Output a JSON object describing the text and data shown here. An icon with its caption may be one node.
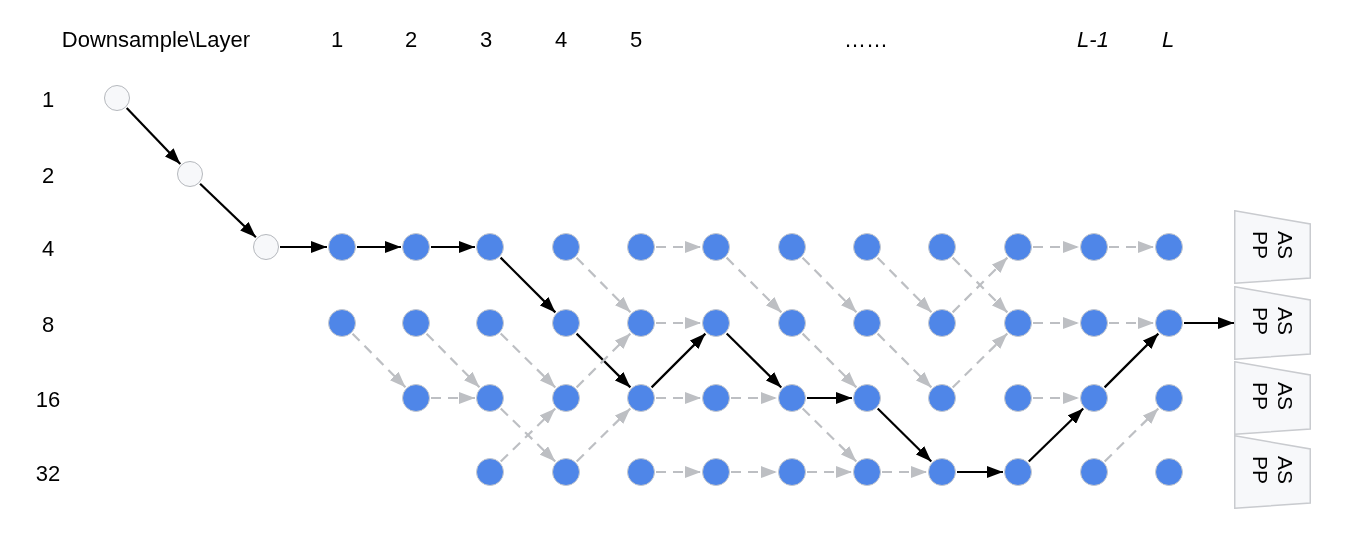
{
  "diagram": {
    "nodes": [
      {
        "text": [],
        "shape": "circle"
      },
      {
        "text": [],
        "shape": "circle"
      },
      {
        "text": [],
        "shape": "circle"
      },
      {
        "text": [],
        "shape": "circle"
      },
      {
        "text": [],
        "shape": "circle"
      },
      {
        "text": [],
        "shape": "circle"
      },
      {
        "text": [],
        "shape": "circle"
      },
      {
        "text": [],
        "shape": "circle"
      },
      {
        "text": [],
        "shape": "circle"
      },
      {
        "text": [],
        "shape": "circle"
      },
      {
        "text": [],
        "shape": "circle"
      },
      {
        "text": [],
        "shape": "circle"
      },
      {
        "text": [],
        "shape": "circle"
      },
      {
        "text": [],
        "shape": "circle"
      },
      {
        "text": [],
        "shape": "circle"
      },
      {
        "text": [],
        "shape": "circle"
      },
      {
        "text": [],
        "shape": "circle"
      },
      {
        "text": [],
        "shape": "circle"
      },
      {
        "text": [],
        "shape": "circle"
      },
      {
        "text": [],
        "shape": "circle"
      },
      {
        "text": [],
        "shape": "circle"
      },
      {
        "text": [],
        "shape": "circle"
      },
      {
        "text": [],
        "shape": "circle"
      },
      {
        "text": [],
        "shape": "circle"
      },
      {
        "text": [],
        "shape": "circle"
      },
      {
        "text": [],
        "shape": "circle"
      },
      {
        "text": [],
        "shape": "circle"
      },
      {
        "text": [],
        "shape": "circle"
      },
      {
        "text": [],
        "shape": "circle"
      },
      {
        "text": [],
        "shape": "circle"
      },
      {
        "text": [],
        "shape": "circle"
      },
      {
        "text": [],
        "shape": "circle"
      },
      {
        "text": [],
        "shape": "circle"
      },
      {
        "text": [],
        "shape": "circle"
      },
      {
        "text": [],
        "shape": "circle"
      },
      {
        "text": [],
        "shape": "circle"
      },
      {
        "text": [],
        "shape": "circle"
      },
      {
        "text": [],
        "shape": "circle"
      },
      {
        "text": [],
        "shape": "circle"
      },
      {
        "text": [],
        "shape": "circle"
      },
      {
        "text": [],
        "shape": "circle"
      },
      {
        "text": [],
        "shape": "circle"
      },
      {
        "text": [],
        "shape": "circle"
      },
      {
        "text": [],
        "shape": "circle"
      },
      {
        "text": [],
        "shape": "circle"
      },
      {
        "text": [],
        "shape": "circle"
      },
      {
        "text": [],
        "shape": "circle"
      },
      {
        "text": [],
        "shape": "circle"
      },
      {
        "text": [
          "ASPP"
        ]
      },
      {
        "text": [
          "ASPP"
        ]
      },
      {
        "text": [
          "ASPP"
        ]
      },
      {
        "text": [
          "ASPP"
        ]
      }
    ],
    "edges": [
      {
        "from": 0,
        "to": 1,
        "arrow": "to",
        "color": "#000000"
      },
      {
        "from": 1,
        "to": 2,
        "arrow": "to",
        "color": "#000000"
      },
      {
        "from": 2,
        "to": 3,
        "arrow": "to",
        "color": "#000000"
      },
      {
        "from": 3,
        "to": 4,
        "arrow": "to",
        "color": "#000000"
      },
      {
        "from": 4,
        "to": 5,
        "arrow": "to",
        "color": "#000000"
      },
      {
        "from": 5,
        "to": 18,
        "arrow": "to",
        "color": "#000000"
      },
      {
        "from": 18,
        "to": 30,
        "arrow": "to",
        "color": "#000000"
      },
      {
        "from": 30,
        "to": 20,
        "arrow": "to",
        "color": "#000000"
      },
      {
        "from": 20,
        "to": 32,
        "arrow": "to",
        "color": "#000000"
      },
      {
        "from": 32,
        "to": 33,
        "arrow": "to",
        "color": "#000000"
      },
      {
        "from": 33,
        "to": 44,
        "arrow": "to",
        "color": "#000000"
      },
      {
        "from": 44,
        "to": 45,
        "arrow": "to",
        "color": "#000000"
      },
      {
        "from": 45,
        "to": 36,
        "arrow": "to",
        "color": "#000000"
      },
      {
        "from": 36,
        "to": 26,
        "arrow": "to",
        "color": "#000000"
      },
      {
        "from": 26,
        "to": 49,
        "arrow": "to",
        "color": "#000000"
      },
      {
        "from": 15,
        "to": 27,
        "arrow": "to",
        "style": "dashed"
      },
      {
        "from": 16,
        "to": 28,
        "arrow": "to",
        "style": "dashed"
      },
      {
        "from": 27,
        "to": 28,
        "arrow": "to",
        "style": "dashed"
      },
      {
        "from": 17,
        "to": 29,
        "arrow": "to",
        "style": "dashed"
      },
      {
        "from": 28,
        "to": 39,
        "arrow": "to",
        "style": "dashed"
      },
      {
        "from": 38,
        "to": 29,
        "arrow": "to",
        "style": "dashed"
      },
      {
        "from": 6,
        "to": 19,
        "arrow": "to",
        "style": "dashed"
      },
      {
        "from": 29,
        "to": 19,
        "arrow": "to",
        "style": "dashed"
      },
      {
        "from": 39,
        "to": 30,
        "arrow": "to",
        "style": "dashed"
      },
      {
        "from": 7,
        "to": 8,
        "arrow": "to",
        "style": "dashed"
      },
      {
        "from": 19,
        "to": 20,
        "arrow": "to",
        "style": "dashed"
      },
      {
        "from": 30,
        "to": 31,
        "arrow": "to",
        "style": "dashed"
      },
      {
        "from": 40,
        "to": 41,
        "arrow": "to",
        "style": "dashed"
      },
      {
        "from": 8,
        "to": 21,
        "arrow": "to",
        "style": "dashed"
      },
      {
        "from": 31,
        "to": 32,
        "arrow": "to",
        "style": "dashed"
      },
      {
        "from": 41,
        "to": 42,
        "arrow": "to",
        "style": "dashed"
      },
      {
        "from": 9,
        "to": 22,
        "arrow": "to",
        "style": "dashed"
      },
      {
        "from": 21,
        "to": 33,
        "arrow": "to",
        "style": "dashed"
      },
      {
        "from": 32,
        "to": 43,
        "arrow": "to",
        "style": "dashed"
      },
      {
        "from": 42,
        "to": 43,
        "arrow": "to",
        "style": "dashed"
      },
      {
        "from": 10,
        "to": 23,
        "arrow": "to",
        "style": "dashed"
      },
      {
        "from": 22,
        "to": 34,
        "arrow": "to",
        "style": "dashed"
      },
      {
        "from": 43,
        "to": 44,
        "arrow": "to",
        "style": "dashed"
      },
      {
        "from": 11,
        "to": 24,
        "arrow": "to",
        "style": "dashed"
      },
      {
        "from": 23,
        "to": 12,
        "arrow": "to",
        "style": "dashed"
      },
      {
        "from": 34,
        "to": 24,
        "arrow": "to",
        "style": "dashed"
      },
      {
        "from": 12,
        "to": 13,
        "arrow": "to",
        "style": "dashed"
      },
      {
        "from": 13,
        "to": 14,
        "arrow": "to",
        "style": "dashed"
      },
      {
        "from": 24,
        "to": 25,
        "arrow": "to",
        "style": "dashed"
      },
      {
        "from": 25,
        "to": 26,
        "arrow": "to",
        "style": "dashed"
      },
      {
        "from": 35,
        "to": 36,
        "arrow": "to",
        "style": "dashed"
      },
      {
        "from": 46,
        "to": 37,
        "arrow": "to",
        "style": "dashed"
      }
    ],
    "labels": [
      "Downsample\\Layer",
      "1",
      "2",
      "3",
      "4",
      "5",
      "……",
      "L-1",
      "L",
      "1",
      "2",
      "4",
      "8",
      "16",
      "32"
    ]
  }
}
